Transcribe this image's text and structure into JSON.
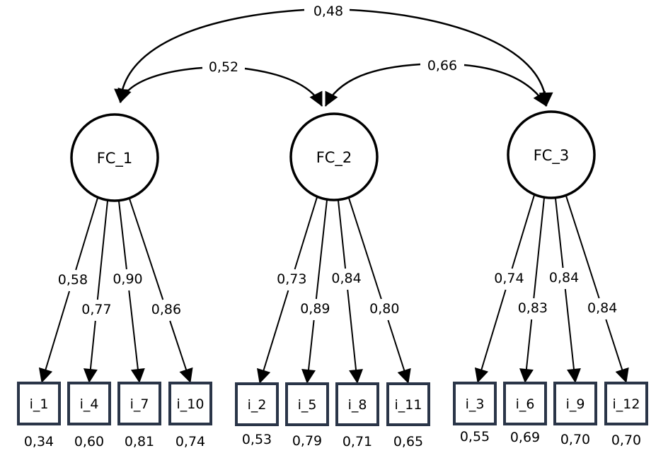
{
  "diagram": {
    "type": "confirmatory-factor-analysis-path-diagram",
    "factors": [
      {
        "id": "FC_1",
        "label": "FC_1",
        "indicators": [
          {
            "label": "i_1",
            "loading": "0,58",
            "r2": "0,34"
          },
          {
            "label": "i_4",
            "loading": "0,77",
            "r2": "0,60"
          },
          {
            "label": "i_7",
            "loading": "0,90",
            "r2": "0,81"
          },
          {
            "label": "i_10",
            "loading": "0,86",
            "r2": "0,74"
          }
        ]
      },
      {
        "id": "FC_2",
        "label": "FC_2",
        "indicators": [
          {
            "label": "i_2",
            "loading": "0,73",
            "r2": "0,53"
          },
          {
            "label": "i_5",
            "loading": "0,89",
            "r2": "0,79"
          },
          {
            "label": "i_8",
            "loading": "0,84",
            "r2": "0,71"
          },
          {
            "label": "i_11",
            "loading": "0,80",
            "r2": "0,65"
          }
        ]
      },
      {
        "id": "FC_3",
        "label": "FC_3",
        "indicators": [
          {
            "label": "i_3",
            "loading": "0,74",
            "r2": "0,55"
          },
          {
            "label": "i_6",
            "loading": "0,83",
            "r2": "0,69"
          },
          {
            "label": "i_9",
            "loading": "0,84",
            "r2": "0,70"
          },
          {
            "label": "i_12",
            "loading": "0,84",
            "r2": "0,70"
          }
        ]
      }
    ],
    "correlations": [
      {
        "from": "FC_1",
        "to": "FC_3",
        "value": "0,48"
      },
      {
        "from": "FC_1",
        "to": "FC_2",
        "value": "0,52"
      },
      {
        "from": "FC_2",
        "to": "FC_3",
        "value": "0,66"
      }
    ],
    "colors": {
      "line": "#000000",
      "box_border": "#2a3548",
      "background": "#ffffff"
    }
  }
}
